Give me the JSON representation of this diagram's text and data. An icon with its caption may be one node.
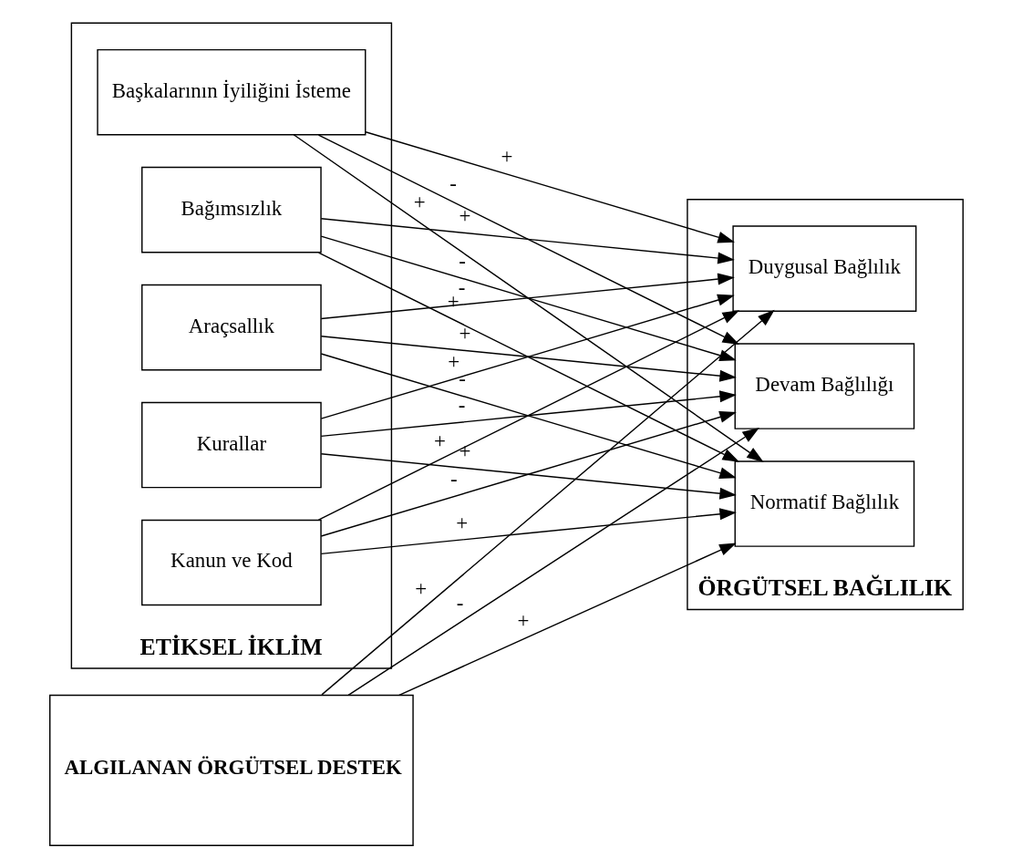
{
  "diagram": {
    "nodes": [
      {
        "text": [
          "ETİKSEL İKLİM"
        ]
      },
      {
        "text": [
          "Başkalarının İyiliğini İsteme"
        ],
        "in": 0
      },
      {
        "text": [
          "Kanun ve Kod"
        ],
        "in": 0
      },
      {
        "text": [
          "Kurallar"
        ],
        "in": 0
      },
      {
        "text": [
          "Araçsallık"
        ],
        "in": 0
      },
      {
        "text": [
          "Bağımsızlık"
        ],
        "in": 0
      },
      {
        "text": [
          "ÖRGÜTSEL BAĞLILIK"
        ]
      },
      {
        "text": [
          "Duygusal Bağlılık"
        ],
        "in": 6
      },
      {
        "text": [
          "Normatif Bağlılık"
        ],
        "in": 6
      },
      {
        "text": [
          "Devam Bağlılığı"
        ],
        "in": 6
      },
      {
        "text": [
          "ALGILANAN ÖRGÜTSEL DESTEK"
        ]
      }
    ],
    "edges": [
      {
        "from": 1,
        "to": 7,
        "arrow": "to",
        "label": "+"
      },
      {
        "from": 1,
        "to": 8,
        "arrow": "to",
        "label": "+"
      },
      {
        "from": 1,
        "to": 9,
        "arrow": "to",
        "label": "-"
      },
      {
        "from": 2,
        "to": 7,
        "arrow": "to",
        "label": "+"
      },
      {
        "from": 2,
        "to": 8,
        "arrow": "to",
        "label": "+"
      },
      {
        "from": 2,
        "to": 9,
        "arrow": "to",
        "label": "-"
      },
      {
        "from": 3,
        "to": 7,
        "arrow": "to",
        "label": "+"
      },
      {
        "from": 3,
        "to": 8,
        "arrow": "to",
        "label": "+"
      },
      {
        "from": 3,
        "to": 9,
        "arrow": "to",
        "label": "-"
      },
      {
        "from": 4,
        "to": 7,
        "arrow": "to",
        "label": "-"
      },
      {
        "from": 4,
        "to": 8,
        "arrow": "to",
        "label": "-"
      },
      {
        "from": 4,
        "to": 9,
        "arrow": "to",
        "label": "+"
      },
      {
        "from": 5,
        "to": 7,
        "arrow": "to",
        "label": "+"
      },
      {
        "from": 5,
        "to": 8,
        "arrow": "to",
        "label": "+"
      },
      {
        "from": 5,
        "to": 9,
        "arrow": "to",
        "label": "-"
      },
      {
        "from": 10,
        "to": 7,
        "arrow": "to",
        "label": "+"
      },
      {
        "from": 10,
        "to": 8,
        "arrow": "to",
        "label": "+"
      },
      {
        "from": 10,
        "to": 9,
        "arrow": "to",
        "label": "-"
      }
    ]
  }
}
